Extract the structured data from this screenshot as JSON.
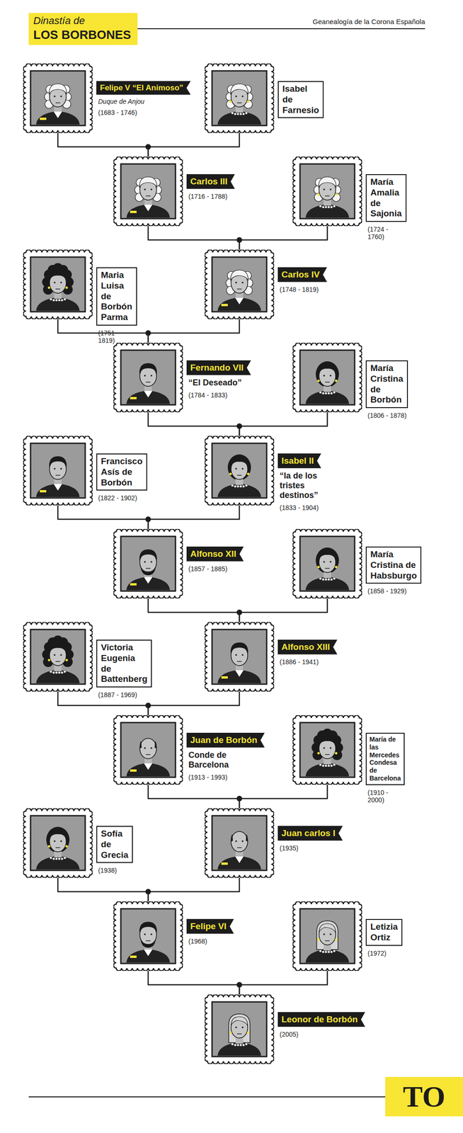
{
  "diagram": {
    "title": "LOS BORBONES",
    "nodes": [
      {
        "text": [
          "Felipe V “El Animoso”",
          "Duque de Anjou",
          "(1683 - 1746)"
        ]
      },
      {
        "text": [
          "Isabel de Farnesio"
        ]
      },
      {
        "text": [
          "Carlos III",
          "(1716 - 1788)"
        ]
      },
      {
        "text": [
          "María Amalia de Sajonia",
          "(1724 - 1760)"
        ]
      },
      {
        "text": [
          "Maria Luisa de Borbón Parma",
          "(1751 - 1819)"
        ]
      },
      {
        "text": [
          "Carlos IV",
          "(1748 - 1819)"
        ]
      },
      {
        "text": [
          "Fernando VII",
          "“El Deseado”",
          "(1784 - 1833)"
        ]
      },
      {
        "text": [
          "María Cristina de Borbón",
          "(1806 - 1878)"
        ]
      },
      {
        "text": [
          "Francisco Asís de Borbón",
          "(1822 - 1902)"
        ]
      },
      {
        "text": [
          "Isabel II",
          "“la de los tristes destinos”",
          "(1833 - 1904)"
        ]
      },
      {
        "text": [
          "Alfonso XII",
          "(1857 - 1885)"
        ]
      },
      {
        "text": [
          "María Cristina de Habsburgo",
          "(1858 - 1929)"
        ]
      },
      {
        "text": [
          "Victoria Eugenia de Battenberg",
          "(1887 - 1969)"
        ]
      },
      {
        "text": [
          "Alfonso XIII",
          "(1886 - 1941)"
        ]
      },
      {
        "text": [
          "Juan de Borbón",
          "Conde de Barcelona",
          "(1913 - 1993)"
        ]
      },
      {
        "text": [
          "María de las Mercedes Condesa de Barcelona",
          "(1910 - 2000)"
        ]
      },
      {
        "text": [
          "Sofía de Grecia",
          "(1938)"
        ]
      },
      {
        "text": [
          "Juan carlos I",
          "(1935)"
        ]
      },
      {
        "text": [
          "Felipe VI",
          "(1968)"
        ]
      },
      {
        "text": [
          "Letizia Ortiz",
          "(1972)"
        ]
      },
      {
        "text": [
          "Leonor de Borbón",
          "(2005)"
        ]
      }
    ],
    "edges": [
      {
        "from": 0,
        "to": 2,
        "arrow": "none"
      },
      {
        "from": 1,
        "to": 2,
        "arrow": "none"
      },
      {
        "from": 2,
        "to": 5,
        "arrow": "none"
      },
      {
        "from": 3,
        "to": 5,
        "arrow": "none"
      },
      {
        "from": 4,
        "to": 6,
        "arrow": "none"
      },
      {
        "from": 5,
        "to": 6,
        "arrow": "none"
      },
      {
        "from": 6,
        "to": 9,
        "arrow": "none"
      },
      {
        "from": 7,
        "to": 9,
        "arrow": "none"
      },
      {
        "from": 8,
        "to": 10,
        "arrow": "none"
      },
      {
        "from": 9,
        "to": 10,
        "arrow": "none"
      },
      {
        "from": 10,
        "to": 13,
        "arrow": "none"
      },
      {
        "from": 11,
        "to": 13,
        "arrow": "none"
      },
      {
        "from": 12,
        "to": 14,
        "arrow": "none"
      },
      {
        "from": 13,
        "to": 14,
        "arrow": "none"
      },
      {
        "from": 14,
        "to": 17,
        "arrow": "none"
      },
      {
        "from": 15,
        "to": 17,
        "arrow": "none"
      },
      {
        "from": 16,
        "to": 18,
        "arrow": "none"
      },
      {
        "from": 17,
        "to": 18,
        "arrow": "none"
      },
      {
        "from": 18,
        "to": 20,
        "arrow": "none"
      },
      {
        "from": 19,
        "to": 20,
        "arrow": "none"
      }
    ],
    "labels": [
      "Dinastía de",
      "Geanealogía de la Corona Española",
      "TO"
    ]
  }
}
